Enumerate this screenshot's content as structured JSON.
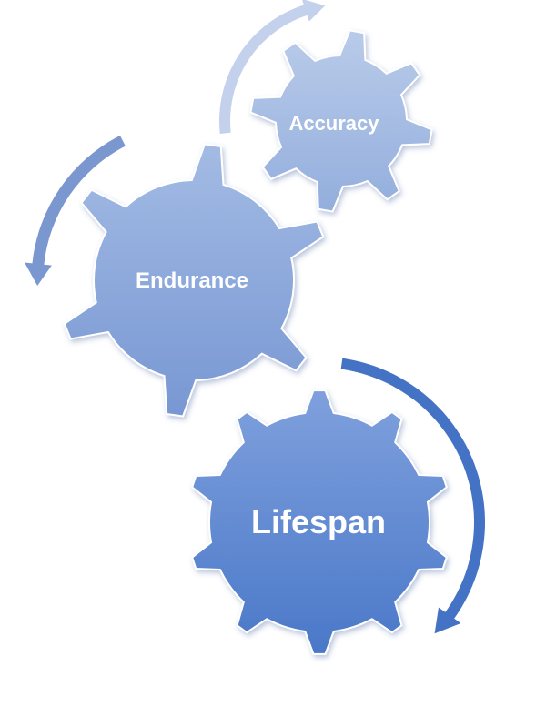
{
  "gears": [
    {
      "id": "accuracy",
      "label": "Accuracy",
      "fill_top": "#b9cbe9",
      "fill_bottom": "#93aedd",
      "stroke": "#ffffff"
    },
    {
      "id": "endurance",
      "label": "Endurance",
      "fill_top": "#a3bbe4",
      "fill_bottom": "#7897d3",
      "stroke": "#ffffff"
    },
    {
      "id": "lifespan",
      "label": "Lifespan",
      "fill_top": "#7fa0dd",
      "fill_bottom": "#4a78c8",
      "stroke": "#ffffff"
    }
  ],
  "arrows": [
    {
      "id": "accuracy-arrow",
      "direction": "clockwise",
      "color": "#c3d1ec"
    },
    {
      "id": "endurance-arrow",
      "direction": "counter-clockwise",
      "color": "#7b97cf"
    },
    {
      "id": "lifespan-arrow",
      "direction": "clockwise",
      "color": "#4472c4"
    }
  ]
}
